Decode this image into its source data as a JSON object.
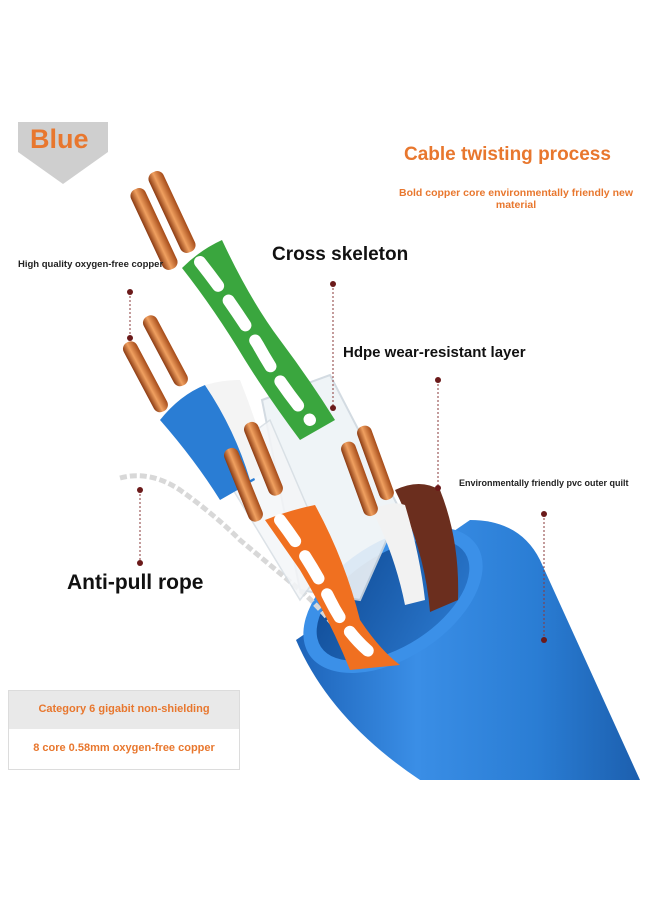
{
  "badge": {
    "text": "Blue"
  },
  "header": {
    "title": "Cable twisting process",
    "subtitle": "Bold copper core environmentally friendly new material"
  },
  "labels": {
    "copper": "High quality oxygen-free copper",
    "skeleton": "Cross skeleton",
    "hdpe": "Hdpe wear-resistant layer",
    "pvc": "Environmentally friendly pvc outer quilt",
    "rope": "Anti-pull rope"
  },
  "spec": {
    "line1": "Category 6 gigabit non-shielding",
    "line2": "8 core 0.58mm oxygen-free copper"
  },
  "colors": {
    "accent": "#e8772e",
    "jacket": "#2e7fd8",
    "copper": "#c8642a",
    "green_pair": "#3aa63e",
    "blue_pair": "#2a7dd4",
    "orange_pair": "#f07020",
    "brown_pair": "#6b2e1e",
    "marker": "#6b1a1a"
  }
}
